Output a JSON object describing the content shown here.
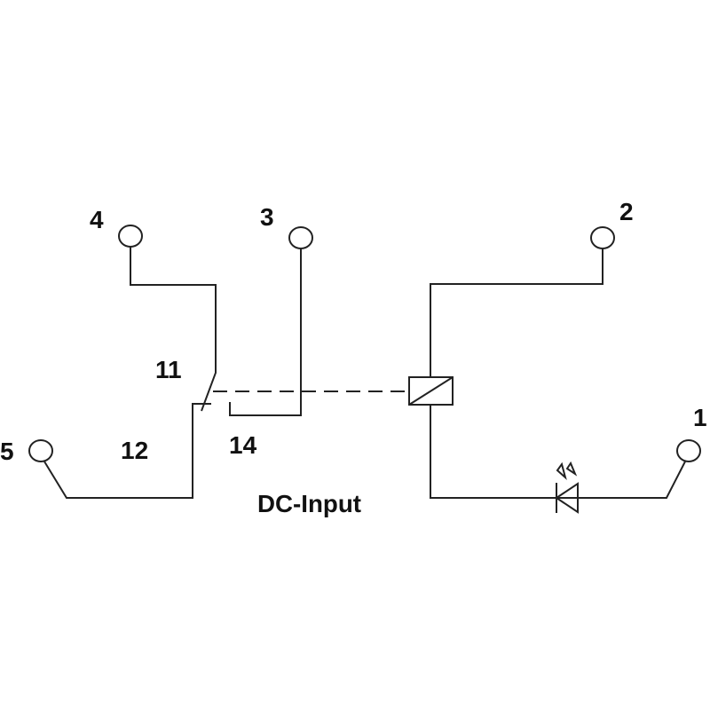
{
  "terminals": {
    "t1": "1",
    "t2": "2",
    "t3": "3",
    "t4": "4",
    "t5": "5"
  },
  "contacts": {
    "c11": "11",
    "c12": "12",
    "c14": "14"
  },
  "title": "DC-Input"
}
